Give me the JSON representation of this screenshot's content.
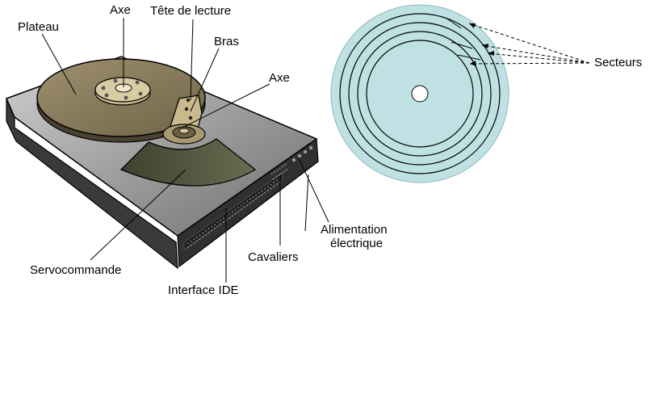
{
  "labels": {
    "plateau": "Plateau",
    "axe_top": "Axe",
    "tete": "Tête de lecture",
    "bras": "Bras",
    "axe_right": "Axe",
    "secteurs": "Secteurs",
    "alimentation_line1": "Alimentation",
    "alimentation_line2": "électrique",
    "cavaliers": "Cavaliers",
    "servocommande": "Servocommande",
    "interface_ide": "Interface IDE"
  },
  "colors": {
    "platter": "#8b7d5a",
    "platter_edge": "#5e533a",
    "body_top": "#a6a6a6",
    "body_side": "#4c4c4c",
    "arm": "#c9b98c",
    "actuator": "#55573f",
    "disk": "#bfe1e3",
    "ink": "#000000"
  }
}
